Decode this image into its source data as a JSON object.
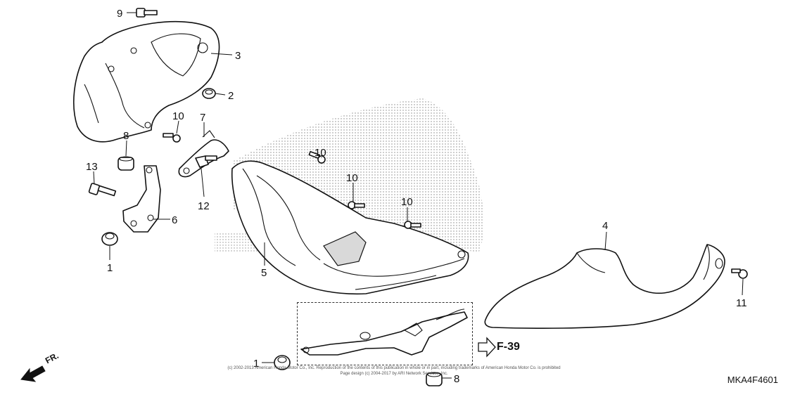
{
  "diagram": {
    "callouts": [
      {
        "id": "c9",
        "label": "9"
      },
      {
        "id": "c3",
        "label": "3"
      },
      {
        "id": "c2",
        "label": "2"
      },
      {
        "id": "c10a",
        "label": "10"
      },
      {
        "id": "c7",
        "label": "7"
      },
      {
        "id": "c8a",
        "label": "8"
      },
      {
        "id": "c13",
        "label": "13"
      },
      {
        "id": "c6",
        "label": "6"
      },
      {
        "id": "c12",
        "label": "12"
      },
      {
        "id": "c1a",
        "label": "1"
      },
      {
        "id": "c10b",
        "label": "10"
      },
      {
        "id": "c10c",
        "label": "10"
      },
      {
        "id": "c10d",
        "label": "10"
      },
      {
        "id": "c5",
        "label": "5"
      },
      {
        "id": "c4",
        "label": "4"
      },
      {
        "id": "c11",
        "label": "11"
      },
      {
        "id": "c1b",
        "label": "1"
      },
      {
        "id": "c8b",
        "label": "8"
      }
    ],
    "reference": "F-39",
    "direction_label": "FR.",
    "diagram_code": "MKA4F4601",
    "copyright_line1": "(c) 2002-2013 American Honda Motor Co., Inc. Reproduction of the contents of this publication in whole or in part, including trademarks of American Honda Motor Co. is prohibited",
    "copyright_line2": "Page design (c) 2004-2017 by ARI Network Services, Inc."
  }
}
